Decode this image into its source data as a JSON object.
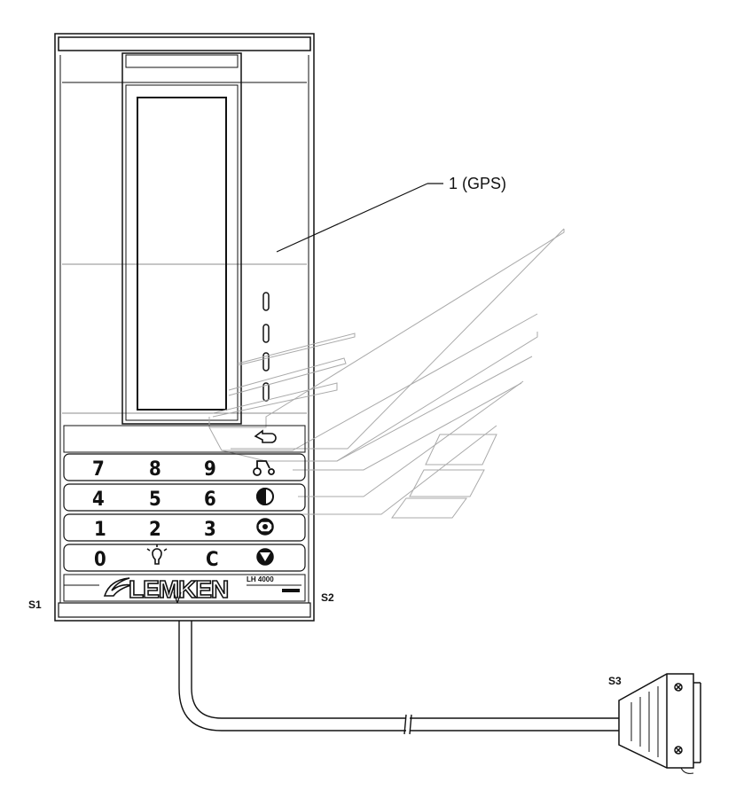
{
  "callout": {
    "label": "1 (GPS)"
  },
  "terminal": {
    "brand": "LEMKEN",
    "model": "LH 4000",
    "keypad": [
      [
        "7",
        "8",
        "9"
      ],
      [
        "4",
        "5",
        "6"
      ],
      [
        "1",
        "2",
        "3"
      ],
      [
        "0",
        "",
        "C"
      ]
    ],
    "side_icons": [
      "back-arrow-icon",
      "tractor-icon",
      "half-circle-icon",
      "stop-sign-icon",
      "down-triangle-icon"
    ],
    "row4_middle_icon": "lamp-icon"
  },
  "labels": {
    "s1": "S1",
    "s2": "S2",
    "s3": "S3"
  }
}
